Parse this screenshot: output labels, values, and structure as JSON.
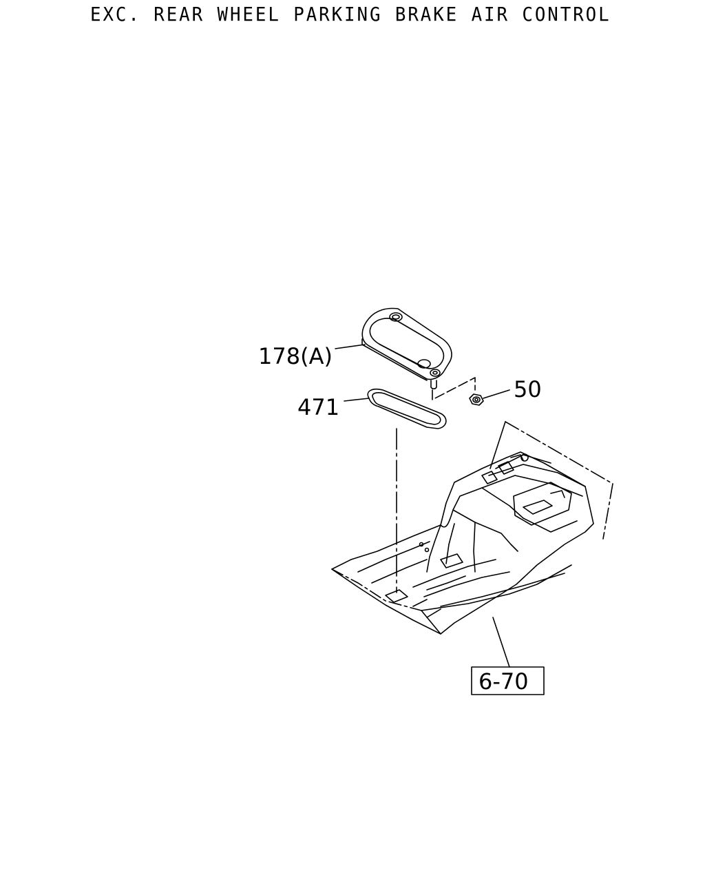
{
  "title": "EXC. REAR WHEEL PARKING BRAKE AIR CONTROL",
  "callouts": {
    "part_178a": "178(A)",
    "part_471": "471",
    "part_50": "50",
    "ref_6_70": "6-70"
  }
}
